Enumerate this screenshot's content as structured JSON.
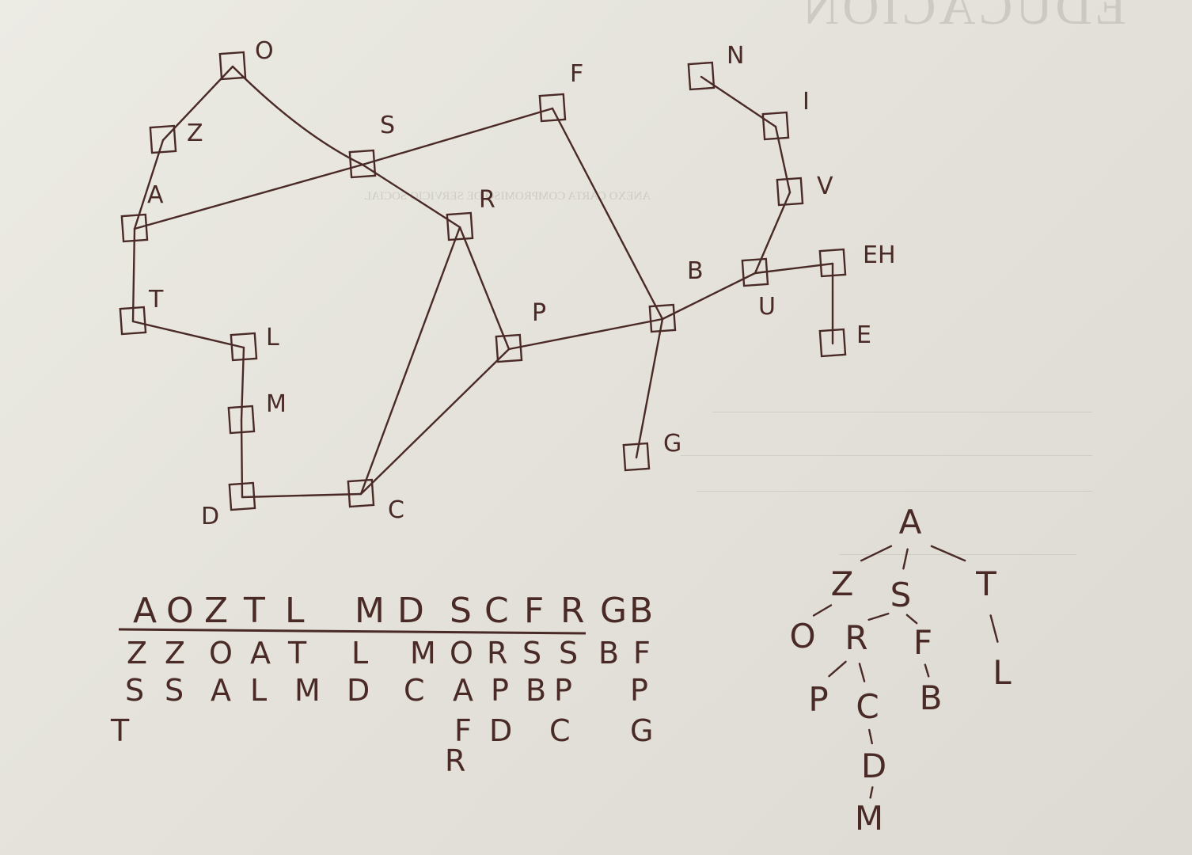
{
  "graph": {
    "nodes": [
      {
        "id": "O",
        "label": "O"
      },
      {
        "id": "Z",
        "label": "Z"
      },
      {
        "id": "A",
        "label": "A"
      },
      {
        "id": "S",
        "label": "S"
      },
      {
        "id": "F",
        "label": "F"
      },
      {
        "id": "R",
        "label": "R"
      },
      {
        "id": "T",
        "label": "T"
      },
      {
        "id": "L",
        "label": "L"
      },
      {
        "id": "M",
        "label": "M"
      },
      {
        "id": "D",
        "label": "D"
      },
      {
        "id": "C",
        "label": "C"
      },
      {
        "id": "P",
        "label": "P"
      },
      {
        "id": "B",
        "label": "B"
      },
      {
        "id": "G",
        "label": "G"
      },
      {
        "id": "U",
        "label": "U"
      },
      {
        "id": "H",
        "label": "EH"
      },
      {
        "id": "E",
        "label": "E"
      },
      {
        "id": "V",
        "label": "V"
      },
      {
        "id": "I",
        "label": "I"
      },
      {
        "id": "N",
        "label": "N"
      }
    ],
    "edges": [
      [
        "O",
        "Z"
      ],
      [
        "O",
        "S"
      ],
      [
        "Z",
        "A"
      ],
      [
        "A",
        "S"
      ],
      [
        "A",
        "T"
      ],
      [
        "S",
        "F"
      ],
      [
        "S",
        "R"
      ],
      [
        "F",
        "B"
      ],
      [
        "R",
        "P"
      ],
      [
        "R",
        "C"
      ],
      [
        "P",
        "C"
      ],
      [
        "P",
        "B"
      ],
      [
        "T",
        "L"
      ],
      [
        "L",
        "M"
      ],
      [
        "M",
        "D"
      ],
      [
        "D",
        "C"
      ],
      [
        "B",
        "G"
      ],
      [
        "B",
        "U"
      ],
      [
        "U",
        "H"
      ],
      [
        "H",
        "E"
      ],
      [
        "U",
        "V"
      ],
      [
        "V",
        "I"
      ],
      [
        "I",
        "N"
      ]
    ]
  },
  "queue_table": {
    "header": [
      "A",
      "O",
      "Z",
      "T",
      "L",
      "M",
      "D",
      "S",
      "C",
      "F",
      "R",
      "G",
      "B"
    ],
    "rows": [
      [
        "Z",
        "Z",
        "O",
        "A",
        "T",
        "L",
        "M",
        "O",
        "R",
        "S",
        "S",
        "B",
        "F"
      ],
      [
        "S",
        "S",
        "A",
        "L",
        "M",
        "D",
        "C",
        "A",
        "P",
        "B",
        "P",
        "P"
      ],
      [
        "T",
        "F",
        "D",
        "C",
        "G"
      ],
      [
        "R"
      ]
    ]
  },
  "tree": {
    "nodes": [
      {
        "id": "A",
        "label": "A"
      },
      {
        "id": "Z",
        "label": "Z"
      },
      {
        "id": "S",
        "label": "S"
      },
      {
        "id": "T",
        "label": "T"
      },
      {
        "id": "O",
        "label": "O"
      },
      {
        "id": "R",
        "label": "R"
      },
      {
        "id": "F",
        "label": "F"
      },
      {
        "id": "L",
        "label": "L"
      },
      {
        "id": "P",
        "label": "P"
      },
      {
        "id": "C",
        "label": "C"
      },
      {
        "id": "B",
        "label": "B"
      },
      {
        "id": "D",
        "label": "D"
      },
      {
        "id": "M",
        "label": "M"
      }
    ],
    "edges": [
      [
        "A",
        "Z"
      ],
      [
        "A",
        "S"
      ],
      [
        "A",
        "T"
      ],
      [
        "Z",
        "O"
      ],
      [
        "S",
        "R"
      ],
      [
        "S",
        "F"
      ],
      [
        "T",
        "L"
      ],
      [
        "R",
        "P"
      ],
      [
        "R",
        "C"
      ],
      [
        "F",
        "B"
      ],
      [
        "C",
        "D"
      ],
      [
        "D",
        "M"
      ]
    ]
  },
  "background": {
    "title": "EDUCACIÓN",
    "heading": "ANEXO CARTA COMPROMISO DE SERVICIO SOCIAL"
  },
  "colors": {
    "ink": "#4a2a26",
    "paper": "#e6e4dc",
    "ghost": "#b4b2ab"
  }
}
